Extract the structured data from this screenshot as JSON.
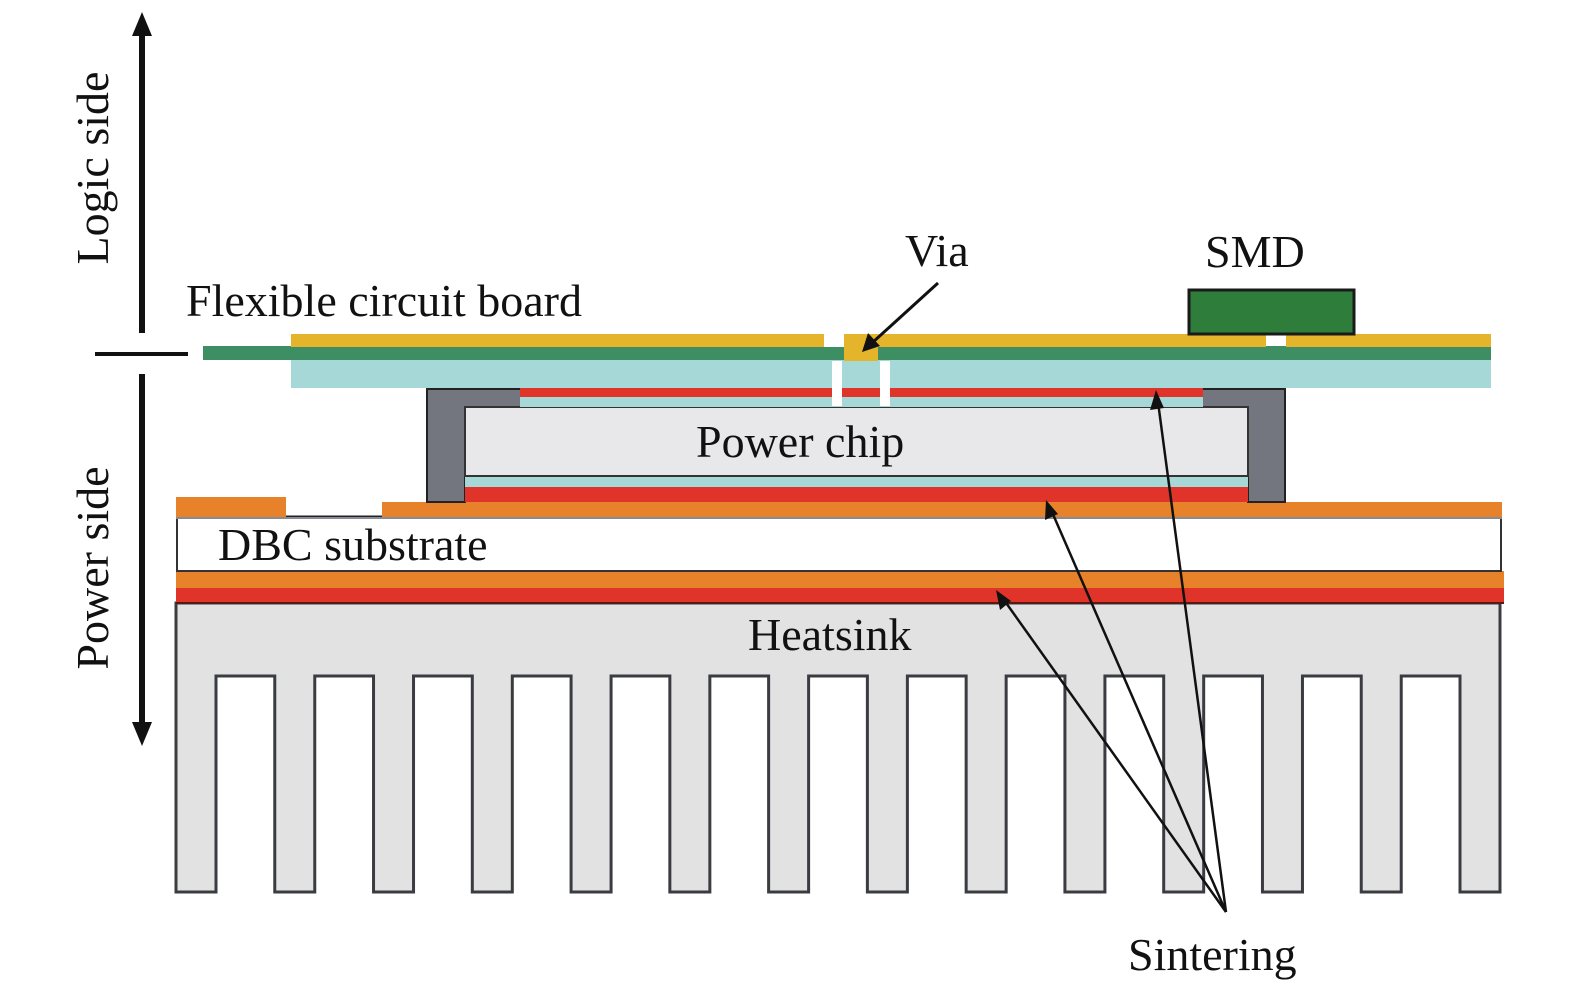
{
  "labels": {
    "logic_side": "Logic side",
    "power_side": "Power side",
    "flexible_circuit_board": "Flexible circuit board",
    "via": "Via",
    "smd": "SMD",
    "power_chip": "Power chip",
    "dbc_substrate": "DBC substrate",
    "heatsink": "Heatsink",
    "sintering": "Sintering"
  },
  "colors": {
    "copper_gold": "#e4b42a",
    "flex_green": "#3e8e64",
    "polyimide_cyan": "#a6d8d8",
    "sinter_red": "#e0342a",
    "dbc_copper": "#e7812a",
    "chip_gray": "#e8e8ea",
    "frame_gray": "#73767e",
    "smd_green": "#2e7d3a",
    "heatsink_gray": "#e2e2e2"
  },
  "heatsink": {
    "fin_count": 14
  }
}
